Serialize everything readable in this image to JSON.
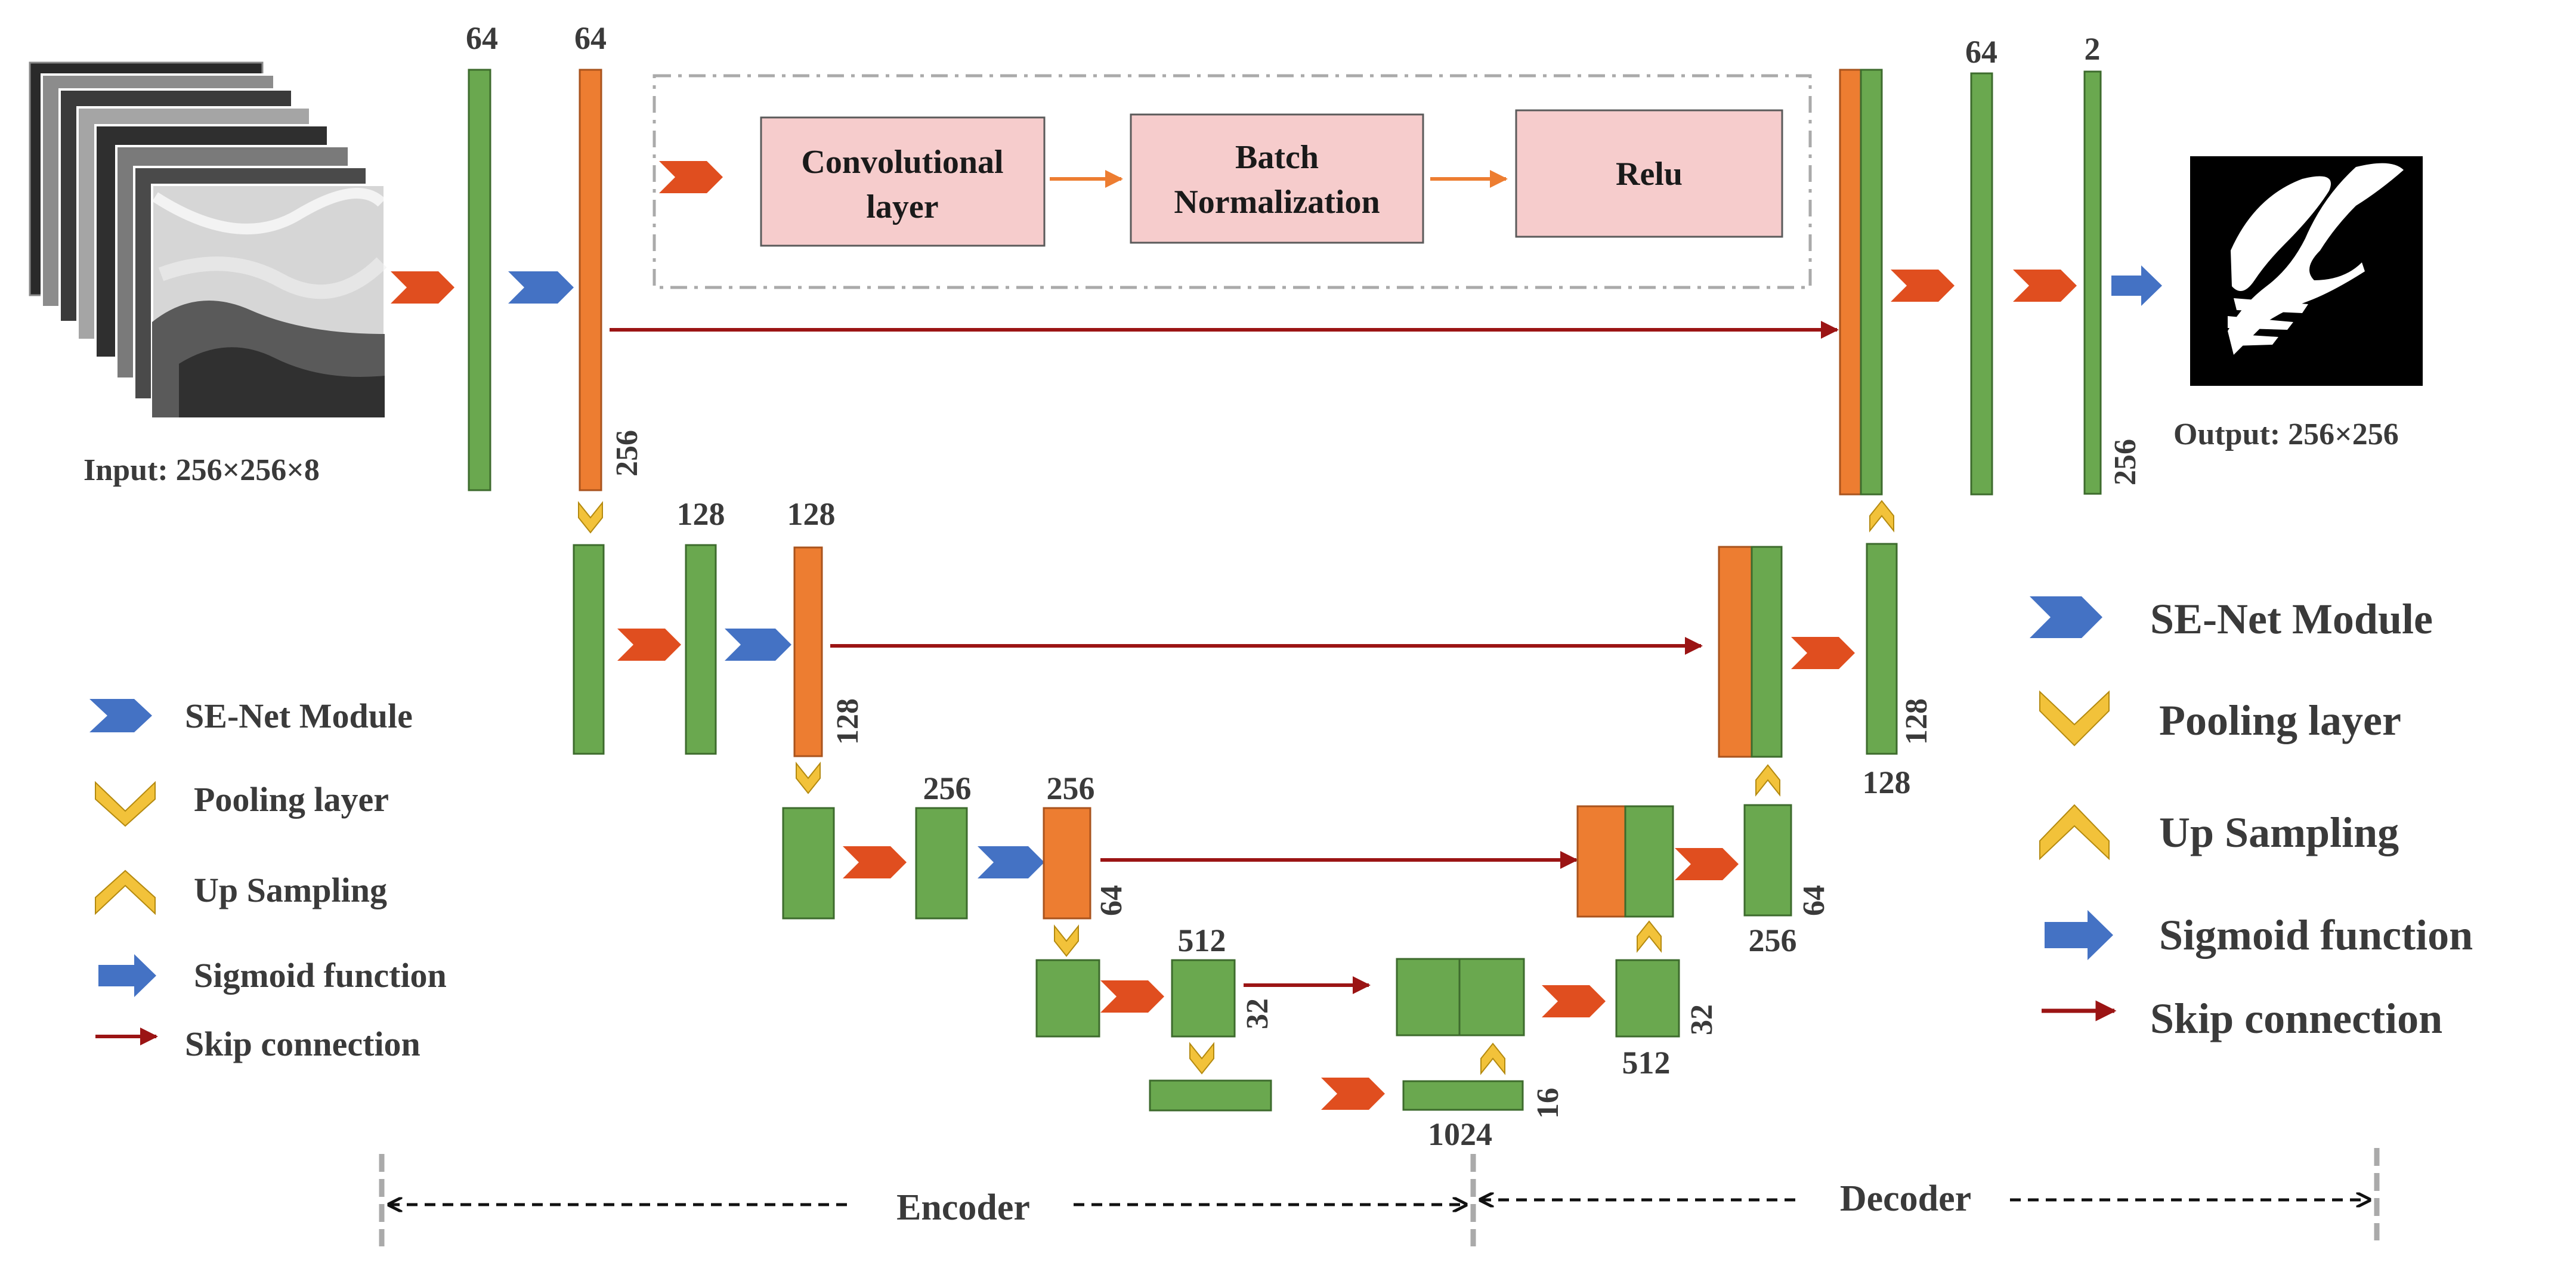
{
  "colors": {
    "conv_block": "#6aa84f",
    "conv_block_stroke": "#3d6b2d",
    "se_block": "#ed7d31",
    "se_block_stroke": "#a9531d",
    "conv_arrow": "#e04e1f",
    "se_arrow": "#4472c4",
    "pool": "#f2c23a",
    "skip": "#9b1414",
    "pink_box": "#f6cccc",
    "pink_arrow": "#ed7d31",
    "dash": "#aaaaaa"
  },
  "input": {
    "label": "Input: 256×256×8"
  },
  "output": {
    "label": "Output: 256×256"
  },
  "detail_box": {
    "conv": [
      "Convolutional",
      "layer"
    ],
    "bn": [
      "Batch",
      "Normalization"
    ],
    "relu": "Relu"
  },
  "labels": {
    "e1_c1": "64",
    "e1_c2": "64",
    "e1_size": "256",
    "e2_c2": "128",
    "e2_c3": "128",
    "e2_size": "128",
    "e3_c2": "256",
    "e3_c3": "256",
    "e3_size": "64",
    "e4_c2": "512",
    "e4_size": "32",
    "b_c": "1024",
    "b_size": "16",
    "d4_c": "512",
    "d4_size": "32",
    "d3_c": "256",
    "d3_size": "64",
    "d2_c": "128",
    "d2_size": "128",
    "d1_c1": "64",
    "d1_c2": "2",
    "d1_size": "256"
  },
  "legend_left": [
    {
      "icon": "se-net-icon",
      "text": "SE-Net Module"
    },
    {
      "icon": "pooling-icon",
      "text": "Pooling layer"
    },
    {
      "icon": "upsampling-icon",
      "text": "Up Sampling"
    },
    {
      "icon": "sigmoid-icon",
      "text": "Sigmoid function"
    },
    {
      "icon": "skip-icon",
      "text": "Skip connection"
    }
  ],
  "legend_right": [
    {
      "icon": "se-net-icon",
      "text": "SE-Net Module"
    },
    {
      "icon": "pooling-icon",
      "text": "Pooling layer"
    },
    {
      "icon": "upsampling-icon",
      "text": "Up Sampling"
    },
    {
      "icon": "sigmoid-icon",
      "text": "Sigmoid function"
    },
    {
      "icon": "skip-icon",
      "text": "Skip connection"
    }
  ],
  "bottom": {
    "encoder": "Encoder",
    "decoder": "Decoder"
  }
}
